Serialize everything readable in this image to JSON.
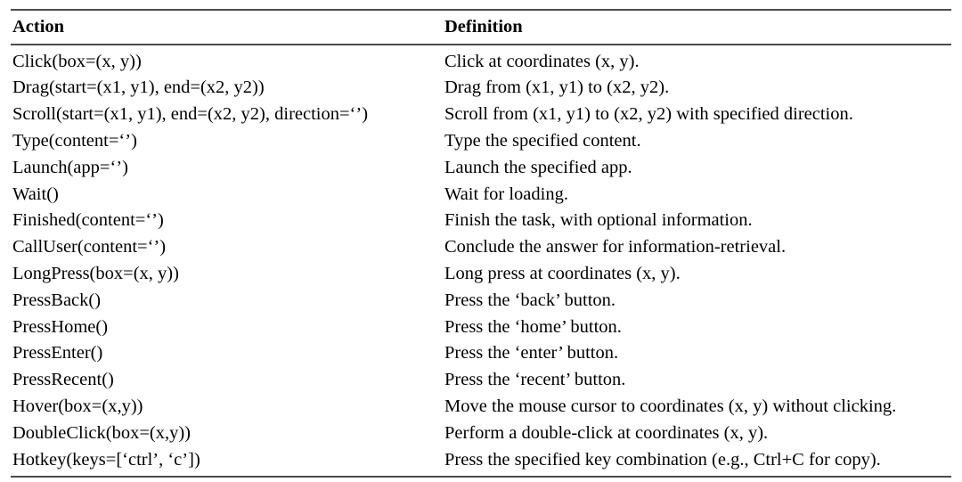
{
  "table": {
    "columns": [
      "Action",
      "Definition"
    ],
    "rows": [
      {
        "action": "Click(box=(x, y))",
        "definition": "Click at coordinates (x, y)."
      },
      {
        "action": "Drag(start=(x1, y1), end=(x2, y2))",
        "definition": "Drag from (x1, y1) to (x2, y2)."
      },
      {
        "action": "Scroll(start=(x1, y1), end=(x2, y2), direction=‘’)",
        "definition": "Scroll from (x1, y1) to (x2, y2) with specified direction."
      },
      {
        "action": "Type(content=‘’)",
        "definition": "Type the specified content."
      },
      {
        "action": "Launch(app=‘’)",
        "definition": "Launch the specified app."
      },
      {
        "action": "Wait()",
        "definition": "Wait for loading."
      },
      {
        "action": "Finished(content=‘’)",
        "definition": "Finish the task, with optional information."
      },
      {
        "action": "CallUser(content=‘’)",
        "definition": "Conclude the answer for information-retrieval."
      },
      {
        "action": "LongPress(box=(x, y))",
        "definition": "Long press at coordinates (x, y)."
      },
      {
        "action": "PressBack()",
        "definition": "Press the ‘back’ button."
      },
      {
        "action": "PressHome()",
        "definition": "Press the ‘home’ button."
      },
      {
        "action": "PressEnter()",
        "definition": "Press the ‘enter’ button."
      },
      {
        "action": "PressRecent()",
        "definition": "Press the ‘recent’ button."
      },
      {
        "action": "Hover(box=(x,y))",
        "definition": "Move the mouse cursor to coordinates (x, y) without clicking."
      },
      {
        "action": "DoubleClick(box=(x,y))",
        "definition": "Perform a double-click at coordinates (x, y)."
      },
      {
        "action": "Hotkey(keys=[‘ctrl’, ‘c’])",
        "definition": "Press the specified key combination (e.g., Ctrl+C for copy)."
      }
    ]
  },
  "colors": {
    "rule": "#4c4c4c",
    "text": "#000000",
    "background": "#ffffff"
  }
}
